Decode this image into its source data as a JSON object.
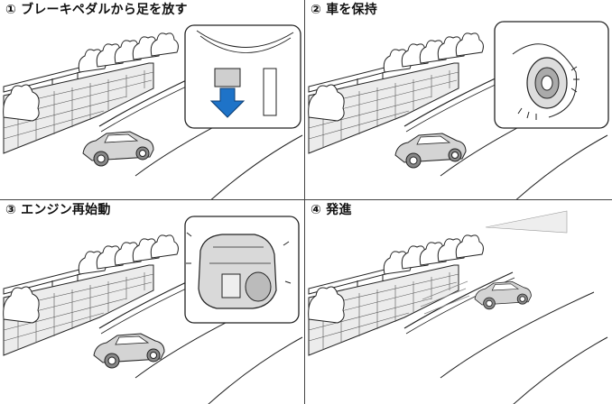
{
  "steps": [
    {
      "caption": "① ブレーキペダルから足を放す",
      "illustration": "brake-pedal-release"
    },
    {
      "caption": "② 車を保持",
      "illustration": "brake-hold"
    },
    {
      "caption": "③ エンジン再始動",
      "illustration": "engine-restart"
    },
    {
      "caption": "④ 発進",
      "illustration": "car-moves-off"
    }
  ],
  "colors": {
    "line": "#222222",
    "arrow": "#1e73c8",
    "car": "#cfcfcf",
    "wall": "#e6e6e6"
  }
}
